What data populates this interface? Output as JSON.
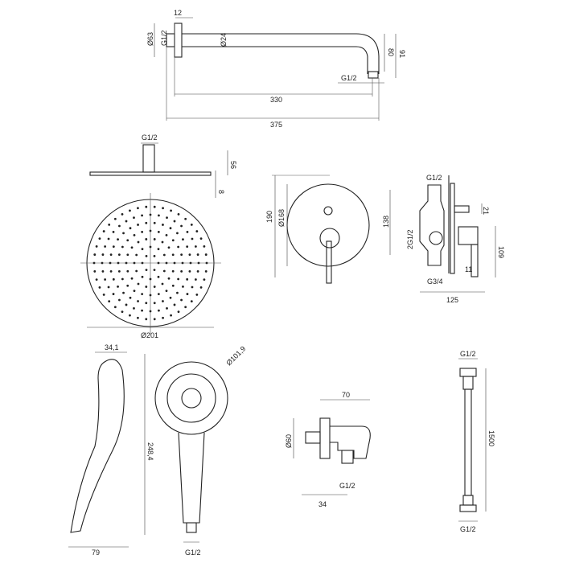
{
  "wall_arm": {
    "d_12": "12",
    "d_63": "Ø63",
    "thread_in": "G1/2",
    "d_24": "Ø24",
    "d_80": "80",
    "d_91": "91",
    "thread_out": "G1/2",
    "d_330": "330",
    "d_375": "375"
  },
  "overhead_shower": {
    "thread": "G1/2",
    "d_56": "56",
    "d_8": "8",
    "diameter": "Ø201"
  },
  "mixer_front": {
    "d_190": "190",
    "diameter": "Ø168"
  },
  "mixer_side": {
    "thread_top": "G1/2",
    "d_138": "138",
    "d_21": "21",
    "thread_mid": "2G1/2",
    "d_109": "109",
    "thread_bottom": "G3/4",
    "d_11": "11",
    "d_125": "125"
  },
  "hand_shower": {
    "d_34": "34,1",
    "diameter": "Ø101,9",
    "d_248": "248,4",
    "d_79": "79",
    "thread": "G1/2"
  },
  "wall_outlet": {
    "d_70": "70",
    "diameter": "Ø60",
    "thread": "G1/2",
    "d_34": "34"
  },
  "hose": {
    "thread_top": "G1/2",
    "length": "1500",
    "thread_bottom": "G1/2"
  }
}
